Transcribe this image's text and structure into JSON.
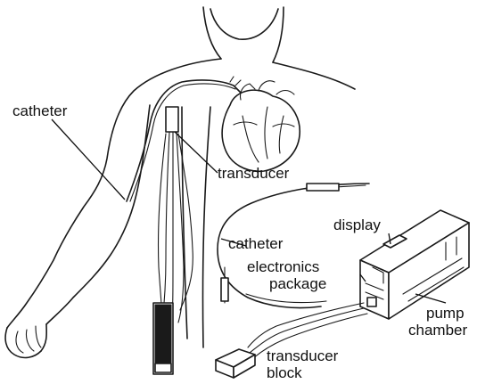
{
  "labels": {
    "catheter_arm": "catheter",
    "transducer": "transducer",
    "catheter_tube": "catheter",
    "display": "display",
    "electronics_line1": "electronics",
    "electronics_line2": "package",
    "pump_line1": "pump",
    "pump_line2": "chamber",
    "transducer_block_line1": "transducer",
    "transducer_block_line2": "block"
  },
  "colors": {
    "ink": "#1a1a1a",
    "background": "#ffffff"
  }
}
